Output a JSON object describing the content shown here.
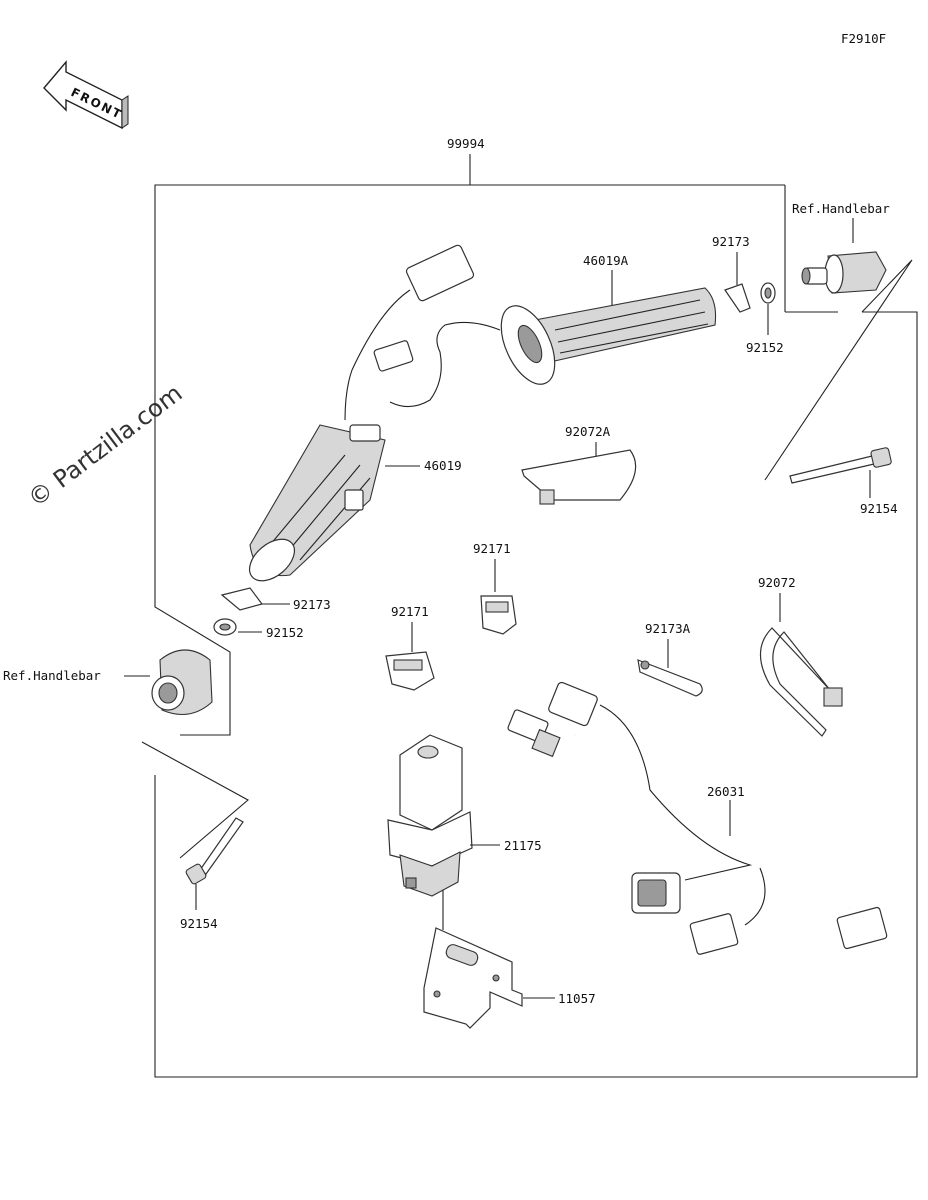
{
  "figure_code": "F2910F",
  "front_label": "FRONT",
  "watermark": "© Partzilla.com",
  "assembly_number": "99994",
  "callouts": {
    "ref_handlebar_right": "Ref.Handlebar",
    "ref_handlebar_left": "Ref.Handlebar",
    "p46019A": "46019A",
    "p92173_right": "92173",
    "p92152_right": "92152",
    "p92072A": "92072A",
    "p92154_right": "92154",
    "p46019": "46019",
    "p92173_left": "92173",
    "p92152_left": "92152",
    "p92171_upper": "92171",
    "p92171_lower": "92171",
    "p92072": "92072",
    "p92173A": "92173A",
    "p26031": "26031",
    "p21175": "21175",
    "p11057": "11057",
    "p92154_left": "92154"
  }
}
